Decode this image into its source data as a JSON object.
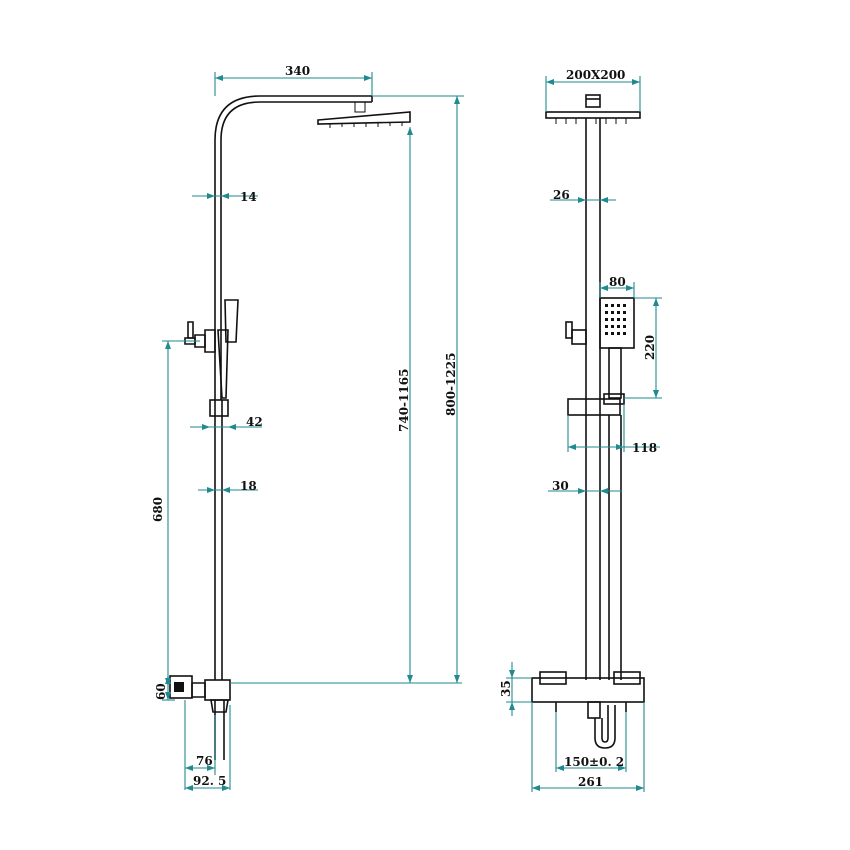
{
  "side_view": {
    "arm_length": "340",
    "pipe_upper": "14",
    "holder": "42",
    "pipe_lower": "18",
    "holder_height": "680",
    "head_height": "740-1165",
    "total_height": "800-1225",
    "valve_size": "60",
    "inlet_offset": "76",
    "wall_offset": "92. 5"
  },
  "front_view": {
    "head_size": "200X200",
    "pipe_upper": "26",
    "hand_width": "80",
    "hand_height": "220",
    "slider_width": "118",
    "pipe_lower": "30",
    "mixer_height": "35",
    "inlet_spacing": "150±0. 2",
    "mixer_width": "261"
  },
  "colors": {
    "dimension": "#1f8a8f",
    "drawing": "#111111"
  }
}
